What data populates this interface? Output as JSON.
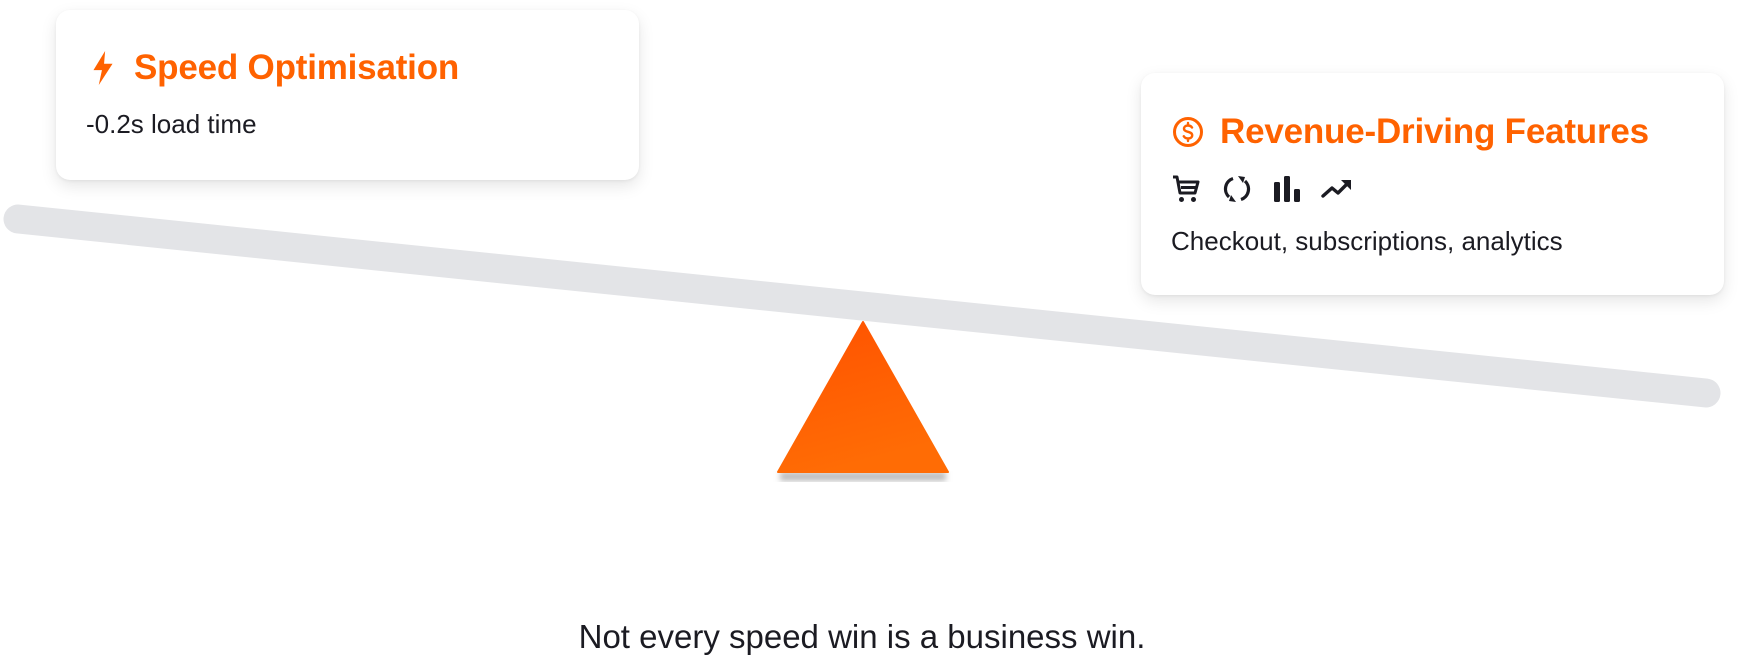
{
  "left_card": {
    "icon": "lightning-bolt-icon",
    "title": "Speed Optimisation",
    "detail": "-0.2s load time"
  },
  "right_card": {
    "icon": "dollar-circle-icon",
    "title": "Revenue-Driving Features",
    "feature_icons": [
      "shopping-cart-icon",
      "refresh-cycle-icon",
      "bar-chart-icon",
      "trending-up-icon"
    ],
    "detail": "Checkout, subscriptions, analytics"
  },
  "caption": "Not every speed win is a business win.",
  "colors": {
    "accent": "#ff6200",
    "beam": "#e3e4e7",
    "fulcrum_top": "#ff5200",
    "fulcrum_bottom": "#ff6c05",
    "text": "#1b1b22"
  }
}
